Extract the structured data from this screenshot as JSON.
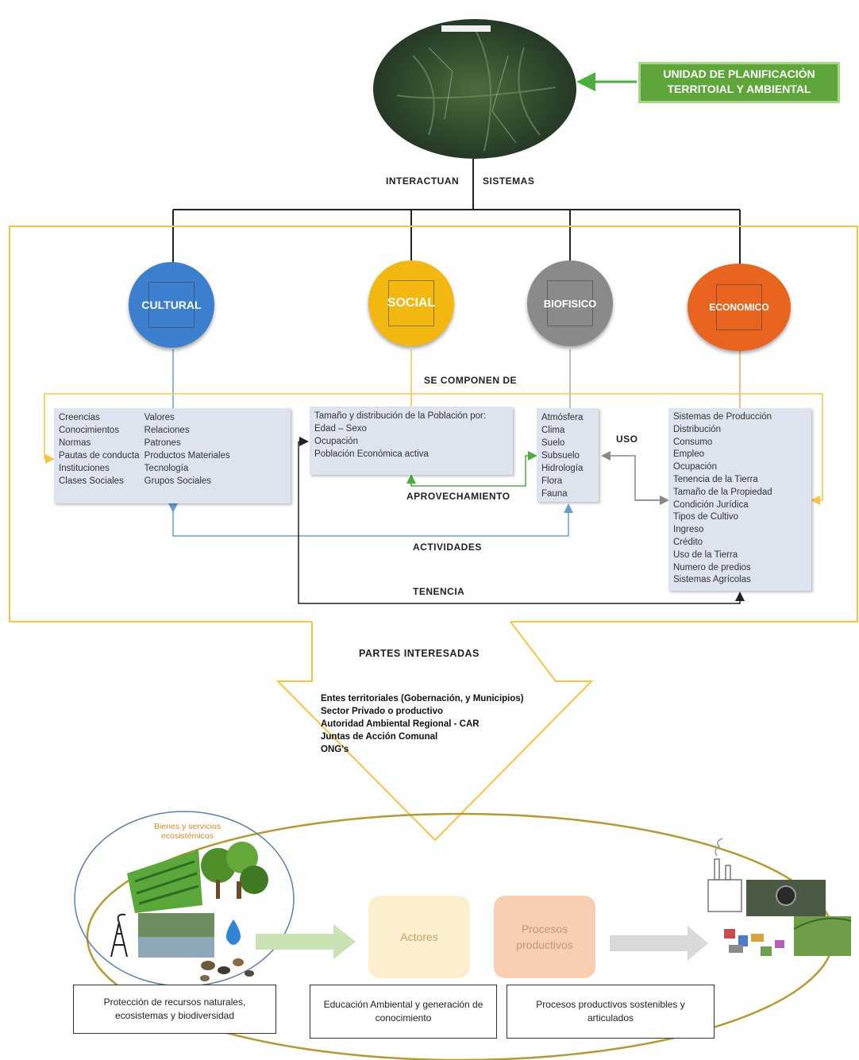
{
  "header": {
    "unit_label": "UNIDAD DE PLANIFICACIÓN TERRITOIAL Y AMBIENTAL"
  },
  "connector_labels": {
    "interactuan": "INTERACTUAN",
    "sistemas": "SISTEMAS",
    "se_componen_de": "SE COMPONEN DE",
    "uso": "USO",
    "aprovechamiento": "APROVECHAMIENTO",
    "actividades": "ACTIVIDADES",
    "tenencia": "TENENCIA",
    "partes_interesadas": "PARTES INTERESADAS"
  },
  "systems": [
    {
      "label": "CULTURAL",
      "color": "#3d7fcf"
    },
    {
      "label": "SOCIAL",
      "color": "#f2b80f"
    },
    {
      "label": "BIOFISICO",
      "color": "#8a8a8a"
    },
    {
      "label": "ECONOMICO",
      "color": "#e8641f"
    }
  ],
  "cultural_items": {
    "col1": [
      "Creencias",
      "Conocimientos",
      "Normas",
      "Pautas de conducta",
      "Instituciones",
      "Clases Sociales"
    ],
    "col2": [
      "Valores",
      "Relaciones",
      "Patrones",
      "Productos Materiales",
      "Tecnología",
      "Grupos Sociales"
    ]
  },
  "social_items": [
    "Tamaño y distribución de la Población por:",
    "Edad – Sexo",
    "Ocupación",
    "Población Económica activa"
  ],
  "biofisico_items": [
    "Atmósfera",
    "Clima",
    "Suelo",
    "Subsuelo",
    "Hidrología",
    "Flora",
    "Fauna"
  ],
  "economico_items": [
    "Sistemas de Producción",
    "Distribución",
    "Consumo",
    "Empleo",
    "Ocupación",
    "Tenencia de la Tierra",
    "Tamaño de la Propiedad",
    "Condición Jurídica",
    "Tipos de Cultivo",
    "Ingreso",
    "Crédito",
    "Uso de la Tierra",
    "Numero de predios",
    "Sistemas Agrícolas"
  ],
  "stakeholders": [
    "Entes territoriales (Gobernación, y Municipios)",
    "Sector Privado o productivo",
    "Autoridad Ambiental  Regional - CAR",
    "Juntas  de Acción Comunal",
    "ONG's"
  ],
  "bottom": {
    "bienes_label": "Bienes y servicios ecosistémicos",
    "actores_label": "Actores",
    "procesos_label": "Procesos productivos",
    "box_proteccion": "Protección de recursos naturales, ecosistemas y biodiversidad",
    "box_educacion": "Educación Ambiental y generación de conocimiento",
    "box_procesos": "Procesos productivos sostenibles y articulados"
  },
  "colors": {
    "frame_yellow": "#f5c542",
    "blue_connector": "#6a9fd6",
    "green_arrow": "#4caf3d",
    "bottom_ellipse": "#b59a2e"
  }
}
